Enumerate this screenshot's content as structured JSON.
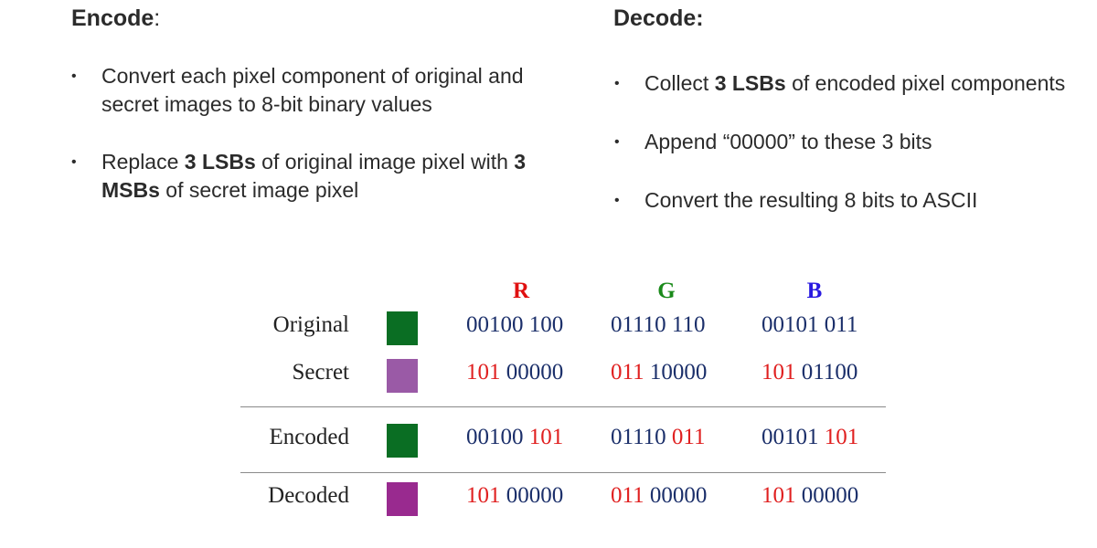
{
  "encode": {
    "heading": "Encode",
    "heading_colon": ":",
    "bullets": [
      {
        "parts": [
          {
            "text": "Convert each pixel component of original and secret images to 8-bit binary values",
            "bold": false
          }
        ]
      },
      {
        "parts": [
          {
            "text": "Replace ",
            "bold": false
          },
          {
            "text": "3 LSBs",
            "bold": true
          },
          {
            "text": " of original image pixel with ",
            "bold": false
          },
          {
            "text": "3 MSBs",
            "bold": true
          },
          {
            "text": " of secret image pixel",
            "bold": false
          }
        ]
      }
    ]
  },
  "decode": {
    "heading": "Decode:",
    "bullets": [
      {
        "parts": [
          {
            "text": "Collect ",
            "bold": false
          },
          {
            "text": "3 LSBs",
            "bold": true
          },
          {
            "text": " of encoded pixel components",
            "bold": false
          }
        ]
      },
      {
        "parts": [
          {
            "text": "Append “00000” to these 3 bits",
            "bold": false
          }
        ]
      },
      {
        "parts": [
          {
            "text": "Convert the resulting 8 bits to ASCII",
            "bold": false
          }
        ]
      }
    ]
  },
  "bullet_glyph": "•",
  "table": {
    "channels": [
      {
        "label": "R",
        "color": "#e01010"
      },
      {
        "label": "G",
        "color": "#1a8a1a"
      },
      {
        "label": "B",
        "color": "#2a1ae0"
      }
    ],
    "rows": [
      {
        "label": "Original",
        "swatch": "#0a6e23",
        "cells": [
          [
            {
              "t": "00100 100",
              "hi": false
            }
          ],
          [
            {
              "t": "01110 110",
              "hi": false
            }
          ],
          [
            {
              "t": "00101 011",
              "hi": false
            }
          ]
        ]
      },
      {
        "label": "Secret",
        "swatch": "#9a5aa6",
        "cells": [
          [
            {
              "t": "101",
              "hi": true
            },
            {
              "t": " 00000",
              "hi": false
            }
          ],
          [
            {
              "t": "011",
              "hi": true
            },
            {
              "t": " 10000",
              "hi": false
            }
          ],
          [
            {
              "t": "101",
              "hi": true
            },
            {
              "t": " 01100",
              "hi": false
            }
          ]
        ]
      },
      {
        "label": "Encoded",
        "swatch": "#0a6e23",
        "cells": [
          [
            {
              "t": "00100 ",
              "hi": false
            },
            {
              "t": "101",
              "hi": true
            }
          ],
          [
            {
              "t": "01110 ",
              "hi": false
            },
            {
              "t": "011",
              "hi": true
            }
          ],
          [
            {
              "t": "00101 ",
              "hi": false
            },
            {
              "t": "101",
              "hi": true
            }
          ]
        ]
      },
      {
        "label": "Decoded",
        "swatch": "#992a8f",
        "cells": [
          [
            {
              "t": "101",
              "hi": true
            },
            {
              "t": " 00000",
              "hi": false
            }
          ],
          [
            {
              "t": "011",
              "hi": true
            },
            {
              "t": " 00000",
              "hi": false
            }
          ],
          [
            {
              "t": "101",
              "hi": true
            },
            {
              "t": " 00000",
              "hi": false
            }
          ]
        ]
      }
    ]
  }
}
